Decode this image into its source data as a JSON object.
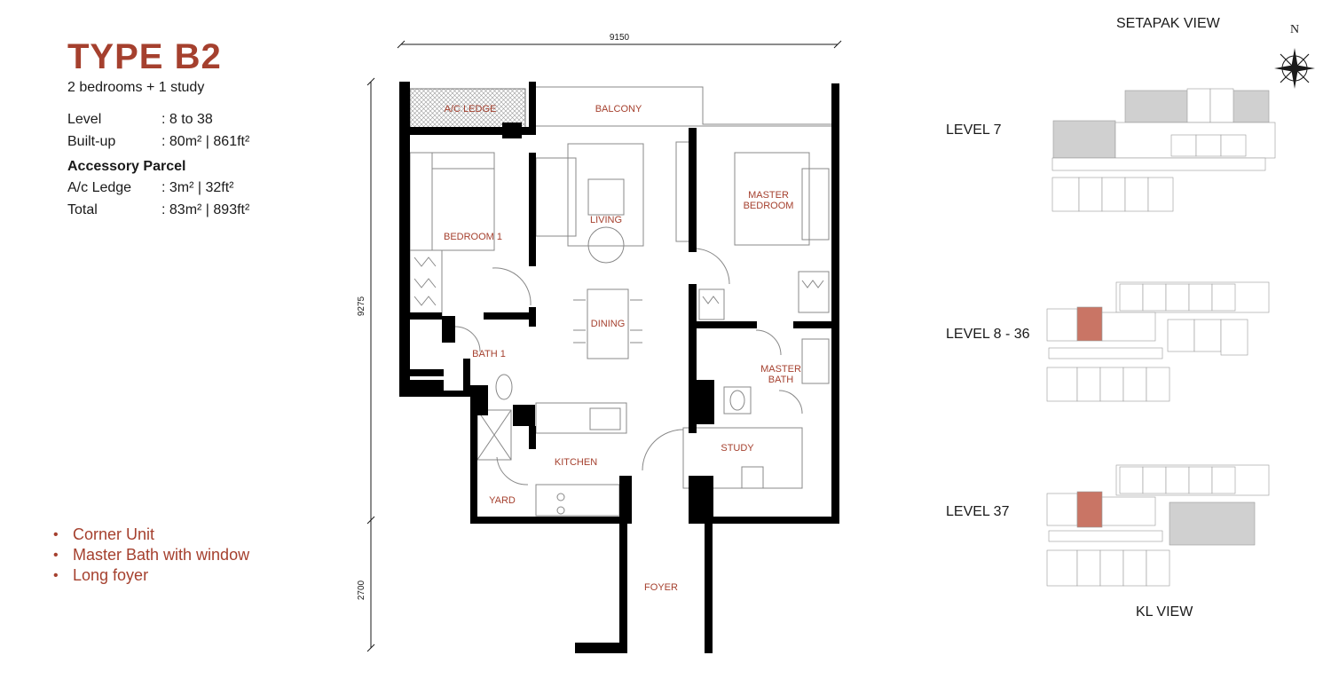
{
  "header": {
    "title": "TYPE B2",
    "subtitle": "2 bedrooms + 1 study"
  },
  "specs": [
    {
      "label": "Level",
      "value": ": 8 to 38"
    },
    {
      "label": "Built-up",
      "value": ": 80m² | 861ft²"
    }
  ],
  "accessory": {
    "title": "Accessory Parcel",
    "rows": [
      {
        "label": "A/c Ledge",
        "value": ": 3m²   | 32ft²"
      },
      {
        "label": "Total",
        "value": ": 83m² | 893ft²"
      }
    ]
  },
  "features": [
    "Corner Unit",
    "Master Bath with window",
    "Long foyer"
  ],
  "dimensions": {
    "width": "9150",
    "height_main": "9275",
    "height_foyer": "2700"
  },
  "rooms": {
    "ac_ledge": "A/C LEDGE",
    "balcony": "BALCONY",
    "living": "LIVING",
    "master_line1": "MASTER",
    "master_line2": "BEDROOM",
    "bedroom1": "BEDROOM 1",
    "dining": "DINING",
    "bath1": "BATH 1",
    "masterbath_line1": "MASTER",
    "masterbath_line2": "BATH",
    "kitchen": "KITCHEN",
    "study": "STUDY",
    "yard": "YARD",
    "foyer": "FOYER"
  },
  "keyplan": {
    "top_view": "SETAPAK VIEW",
    "bottom_view": "KL VIEW",
    "north": "N",
    "levels": [
      "LEVEL 7",
      "LEVEL 8 - 36",
      "LEVEL 37"
    ],
    "highlight_color": "#c97565"
  },
  "colors": {
    "accent": "#a5402e",
    "wall": "#000000"
  }
}
